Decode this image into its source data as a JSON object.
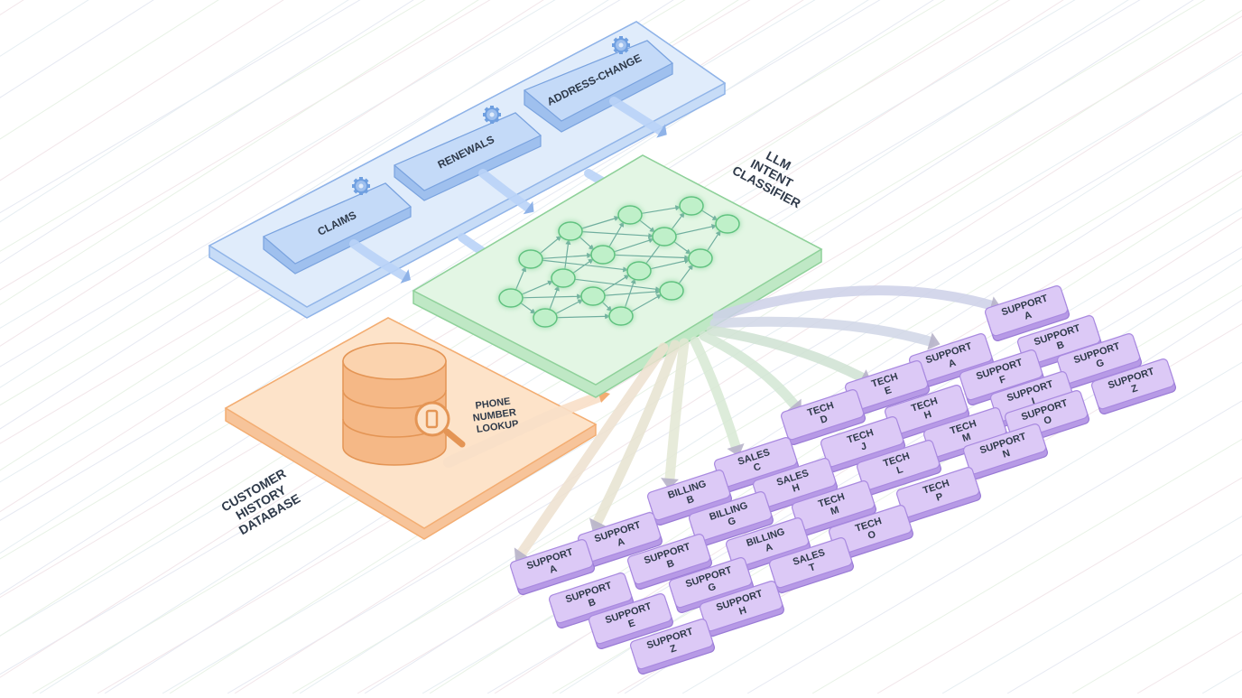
{
  "colors": {
    "blue_fill": "#d6e6fb",
    "blue_stroke": "#8fb3e8",
    "blue_box": "#b9d3f7",
    "green_fill": "#dcf3dd",
    "green_stroke": "#8fd19a",
    "green_node": "#bff0c9",
    "orange_fill": "#fde0c4",
    "orange_stroke": "#f3ad72",
    "orange_db": "#f7c49a",
    "purple_fill": "#dcc9f6",
    "purple_stroke": "#a98ae0",
    "label": "#2f3a4a"
  },
  "queues": {
    "claims": "CLAIMS",
    "renewals": "RENEWALS",
    "address_change": "ADDRESS-CHANGE"
  },
  "classifier": {
    "title_lines": [
      "LLM",
      "INTENT",
      "CLASSIFIER"
    ]
  },
  "database": {
    "title_lines": [
      "CUSTOMER",
      "HISTORY",
      "DATABASE"
    ],
    "lookup_lines": [
      "PHONE",
      "NUMBER",
      "LOOKUP"
    ]
  },
  "destinations": [
    [
      "SUPPORT",
      "A"
    ],
    [
      "SUPPORT",
      "B"
    ],
    [
      "SUPPORT",
      "A"
    ],
    [
      "SUPPORT",
      "F"
    ],
    [
      "SUPPORT",
      "G"
    ],
    [
      "SUPPORT",
      "Z"
    ],
    [
      "TECH",
      "E"
    ],
    [
      "TECH",
      "H"
    ],
    [
      "SUPPORT",
      "I"
    ],
    [
      "SUPPORT",
      "O"
    ],
    [
      "TECH",
      "D"
    ],
    [
      "TECH",
      "J"
    ],
    [
      "TECH",
      "M"
    ],
    [
      "SUPPORT",
      "N"
    ],
    [
      "SALES",
      "C"
    ],
    [
      "SALES",
      "H"
    ],
    [
      "TECH",
      "L"
    ],
    [
      "TECH",
      "P"
    ],
    [
      "BILLING",
      "B"
    ],
    [
      "BILLING",
      "G"
    ],
    [
      "TECH",
      "M"
    ],
    [
      "TECH",
      "O"
    ],
    [
      "SUPPORT",
      "A"
    ],
    [
      "BILLING",
      "A"
    ],
    [
      "SALES",
      "T"
    ],
    [
      "SUPPORT",
      "A"
    ],
    [
      "SUPPORT",
      "B"
    ],
    [
      "SUPPORT",
      "G"
    ],
    [
      "SUPPORT",
      "B"
    ],
    [
      "SUPPORT",
      "H"
    ],
    [
      "SUPPORT",
      "E"
    ],
    [
      "SUPPORT",
      "Z"
    ]
  ]
}
